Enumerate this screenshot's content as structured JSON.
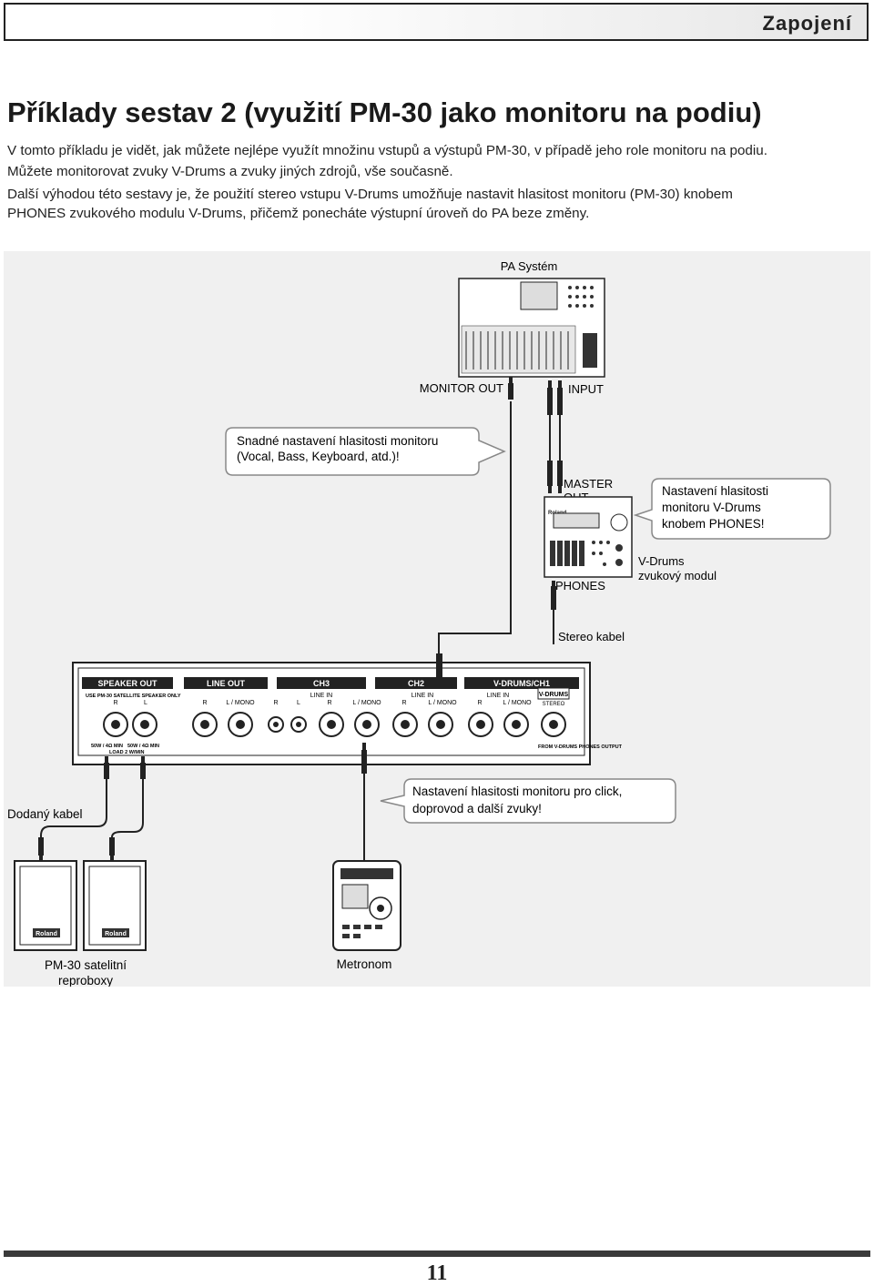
{
  "header": {
    "title": "Zapojení"
  },
  "heading": "Příklady sestav 2 (využití PM-30 jako monitoru na podiu)",
  "paragraphs": [
    "V tomto příkladu je vidět, jak můžete nejlépe využít množinu vstupů a výstupů PM-30, v případě jeho role monitoru na podiu.",
    "Můžete monitorovat zvuky V-Drums a zvuky jiných zdrojů, vše současně.",
    "Další výhodou této sestavy je, že použití stereo vstupu V-Drums umožňuje nastavit hlasitost monitoru (PM-30) knobem",
    "PHONES zvukového modulu V-Drums, přičemž ponecháte výstupní úroveň do PA beze změny."
  ],
  "diagram": {
    "pa_system": "PA Systém",
    "monitor_out": "MONITOR OUT",
    "input": "INPUT",
    "callout_pa": [
      "Snadné nastavení hlasitosti monitoru",
      "(Vocal, Bass, Keyboard, atd.)!"
    ],
    "master_out": [
      "MASTER",
      "OUT"
    ],
    "callout_vdrums": [
      "Nastavení hlasitosti",
      "monitoru V-Drums",
      "knobem PHONES!"
    ],
    "phones": "PHONES",
    "vdrums_module": [
      "V-Drums",
      "zvukový modul"
    ],
    "stereo_cable": "Stereo kabel",
    "panel": {
      "speaker_out": "SPEAKER OUT",
      "speaker_note": "USE PM-30 SATELLITE SPEAKER ONLY",
      "line_out": "LINE OUT",
      "ch3": "CH3",
      "ch2": "CH2",
      "vdrums_ch1": "V-DRUMS/CH1",
      "line_in": "LINE IN",
      "r": "R",
      "l": "L",
      "l_mono": "L / MONO",
      "vdrums_logo": "V-DRUMS",
      "stereo": "STEREO",
      "from_vdrums": "FROM V-DRUMS PHONES OUTPUT",
      "load": "50W / 4Ω MIN",
      "load2": "LOAD 2 W/MIN"
    },
    "supplied_cable": "Dodaný kabel",
    "callout_metronome": [
      "Nastavení hlasitosti monitoru pro click,",
      "doprovod a další zvuky!"
    ],
    "satellites": [
      "PM-30 satelitní",
      "reproboxy"
    ],
    "metronome": "Metronom",
    "brand": "Roland"
  },
  "page_number": "11"
}
